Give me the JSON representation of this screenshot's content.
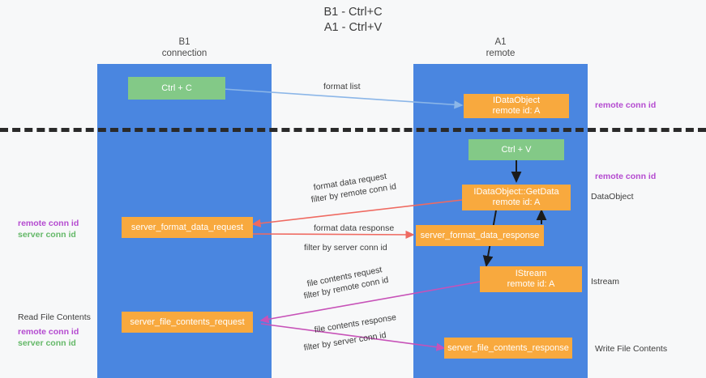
{
  "title": {
    "line1": "B1 - Ctrl+C",
    "line2": "A1 - Ctrl+V"
  },
  "lanes": [
    {
      "name": "B1",
      "sub": "connection"
    },
    {
      "name": "A1",
      "sub": "remote"
    }
  ],
  "boxes": {
    "ctrl_c": {
      "label": "Ctrl + C"
    },
    "idataobject_top": {
      "line1": "IDataObject",
      "line2": "remote id: A"
    },
    "ctrl_v": {
      "label": "Ctrl + V"
    },
    "getdata": {
      "line1": "IDataObject::GetData",
      "line2": "remote id: A"
    },
    "server_format_data_request": {
      "label": "server_format_data_request"
    },
    "server_format_data_response": {
      "label": "server_format_data_response"
    },
    "istream": {
      "line1": "IStream",
      "line2": "remote id: A"
    },
    "server_file_contents_request": {
      "label": "server_file_contents_request"
    },
    "server_file_contents_response": {
      "label": "server_file_contents_response"
    }
  },
  "flow_labels": {
    "format_list": "format list",
    "format_data_request": "format data request",
    "filter_by_1_prefix": "filter by ",
    "filter_by_1_key": "remote conn id",
    "format_data_response": "format data response",
    "filter_by_2_prefix": "filter by ",
    "filter_by_2_key": "server conn id",
    "file_contents_request": "file contents request",
    "filter_by_3_prefix": "filter by ",
    "filter_by_3_key": "remote conn id",
    "file_contents_response": "file contents response",
    "filter_by_4_prefix": "filter by ",
    "filter_by_4_key": "server conn id"
  },
  "right_annotations": {
    "remote_conn_id_top": "remote conn id",
    "remote_conn_id_mid": "remote conn id",
    "dataobject": "DataObject",
    "istream": "Istream",
    "write_file_contents": "Write File Contents"
  },
  "left_annotations": {
    "remote_conn_id": "remote conn id",
    "server_conn_id": "server conn id",
    "read_file_contents": "Read File Contents",
    "remote_conn_id_2": "remote conn id",
    "server_conn_id_2": "server conn id"
  },
  "colors": {
    "lane": "#4a86e0",
    "green_box": "#83c987",
    "orange_box": "#f8a93e",
    "purple_text": "#b44ad0",
    "green_text": "#64b868",
    "pink_text": "#cc5bb6",
    "arrow_blue": "#8bb6e8",
    "arrow_red": "#ef6a61",
    "arrow_magenta": "#c752b8",
    "arrow_black": "#1b1b1b",
    "separator": "#2a2a2a",
    "background": "#f7f8f9"
  }
}
